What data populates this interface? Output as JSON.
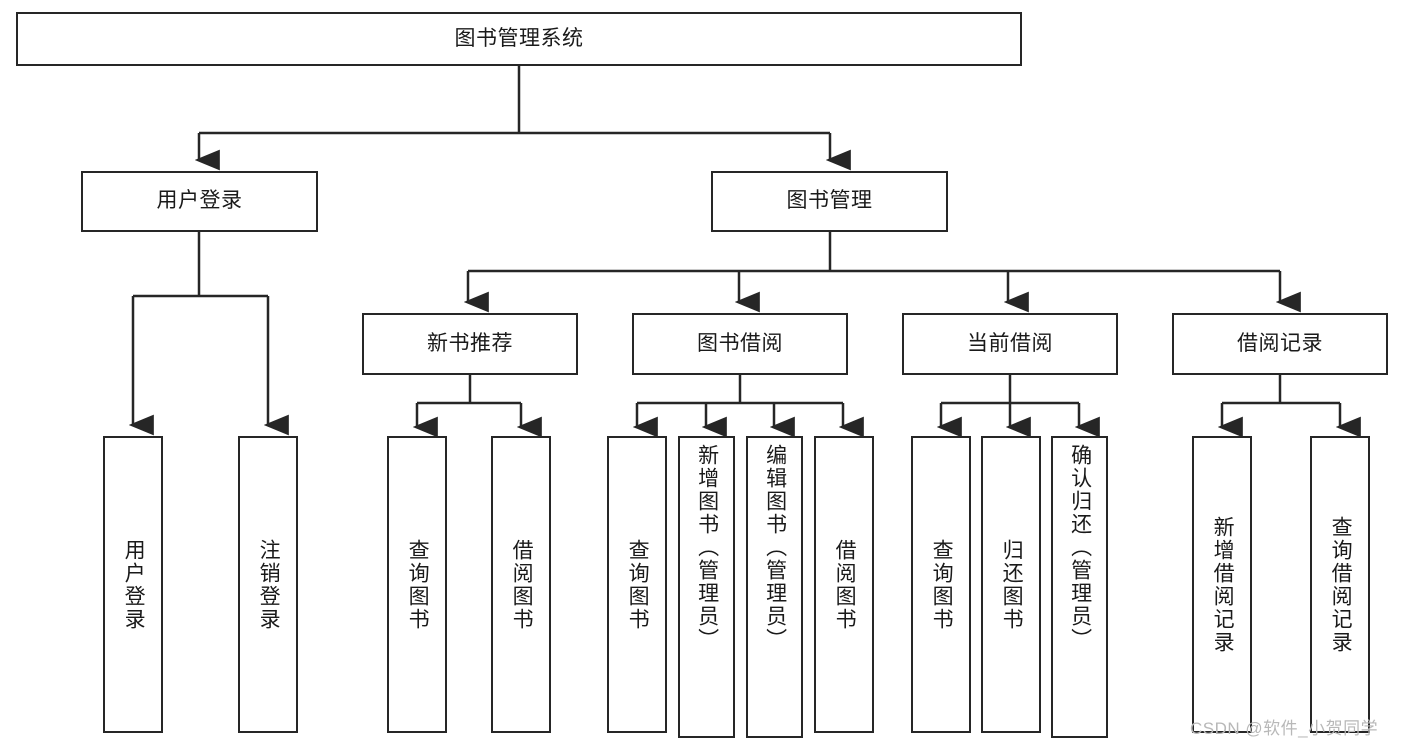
{
  "diagram": {
    "type": "hierarchy-tree",
    "title": "图书管理系统",
    "watermark": "CSDN @软件_小贺同学",
    "colors": {
      "box_border": "#262626",
      "box_fill": "#ffffff",
      "connector": "#262626",
      "text": "#1a1a1a",
      "watermark": "#b8b8b8"
    },
    "nodes": {
      "root": "图书管理系统",
      "level2": {
        "user_login": "用户登录",
        "book_management": "图书管理"
      },
      "level3": {
        "new_book_recommend": "新书推荐",
        "book_borrow": "图书借阅",
        "current_borrow": "当前借阅",
        "borrow_record": "借阅记录"
      },
      "leaves": {
        "user_login_1": "用户登录",
        "user_login_2": "注销登录",
        "new_book_1": "查询图书",
        "new_book_2": "借阅图书",
        "book_borrow_1": "查询图书",
        "book_borrow_2": "新增图书（管理员）",
        "book_borrow_3": "编辑图书（管理员）",
        "book_borrow_4": "借阅图书",
        "current_borrow_1": "查询图书",
        "current_borrow_2": "归还图书",
        "current_borrow_3": "确认归还（管理员）",
        "borrow_record_1": "新增借阅记录",
        "borrow_record_2": "查询借阅记录"
      }
    }
  }
}
